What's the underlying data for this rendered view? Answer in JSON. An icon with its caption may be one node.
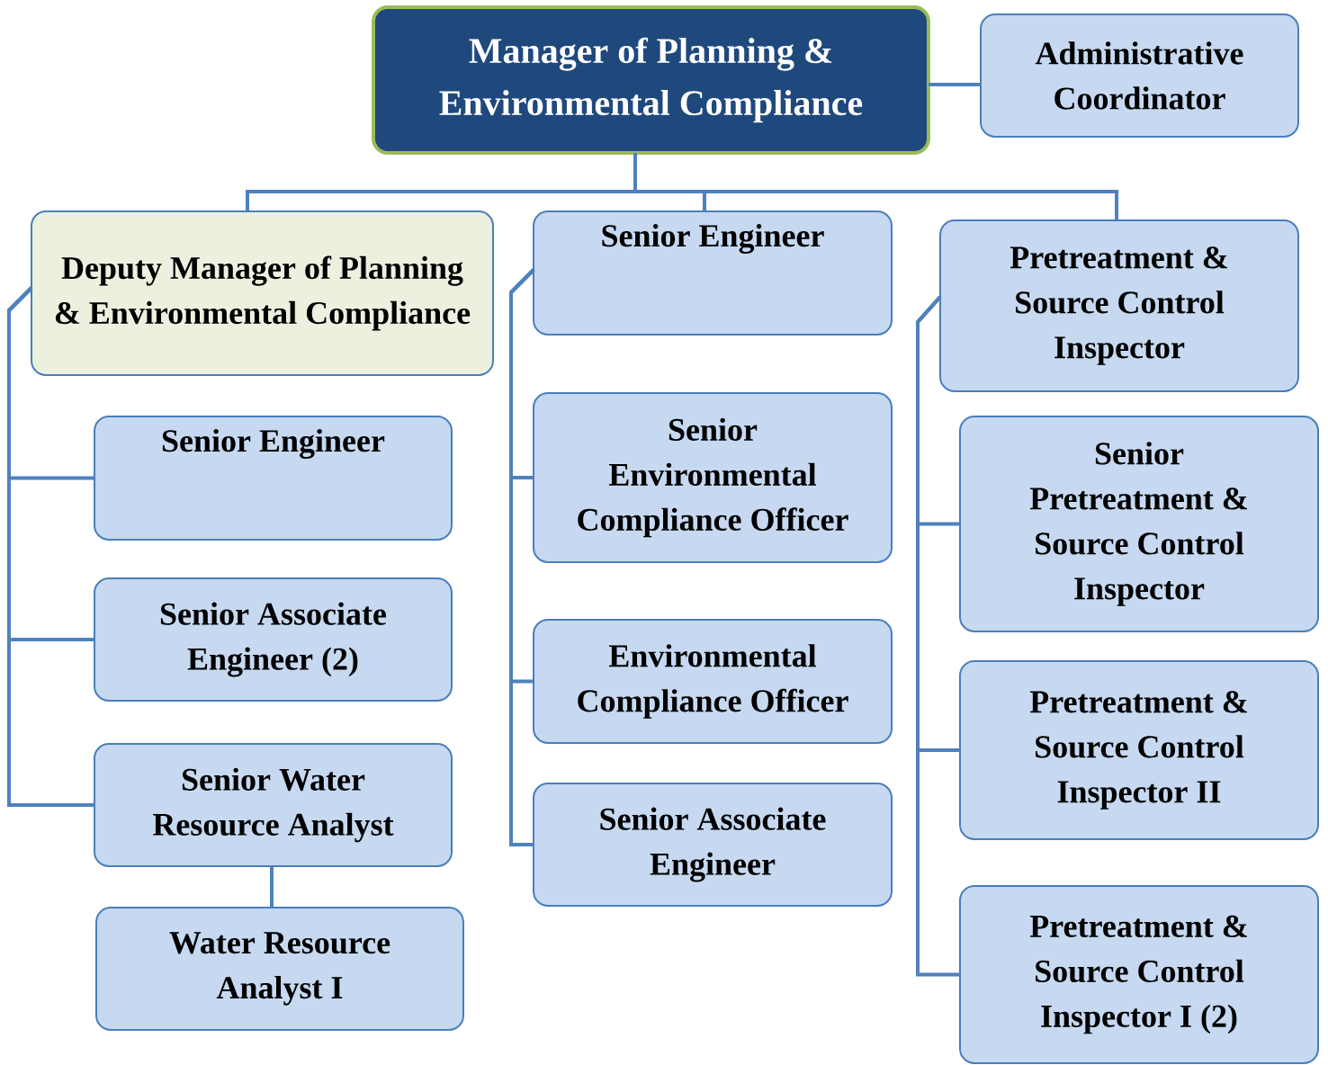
{
  "diagram": {
    "nodes": [
      {
        "text": [
          "Manager of Planning & Environmental Compliance"
        ]
      },
      {
        "text": [
          "Administrative Coordinator"
        ]
      },
      {
        "text": [
          "Deputy Manager of Planning & Environmental Compliance"
        ]
      },
      {
        "text": [
          "Senior Engineer"
        ]
      },
      {
        "text": [
          "Senior Associate Engineer (2)"
        ]
      },
      {
        "text": [
          "Senior Water Resource Analyst"
        ]
      },
      {
        "text": [
          "Water Resource Analyst I"
        ]
      },
      {
        "text": [
          "Senior Engineer"
        ]
      },
      {
        "text": [
          "Senior Environmental Compliance Officer"
        ]
      },
      {
        "text": [
          "Environmental Compliance Officer"
        ]
      },
      {
        "text": [
          "Senior Associate Engineer"
        ]
      },
      {
        "text": [
          "Pretreatment & Source Control Inspector"
        ]
      },
      {
        "text": [
          "Senior Pretreatment & Source Control Inspector"
        ]
      },
      {
        "text": [
          "Pretreatment & Source Control Inspector II"
        ]
      },
      {
        "text": [
          "Pretreatment & Source Control Inspector I (2)"
        ]
      }
    ],
    "edges": [
      {
        "from": 0,
        "to": 1,
        "arrow": "none"
      },
      {
        "from": 0,
        "to": 2,
        "arrow": "none"
      },
      {
        "from": 0,
        "to": 7,
        "arrow": "none"
      },
      {
        "from": 0,
        "to": 11,
        "arrow": "none"
      },
      {
        "from": 2,
        "to": 3,
        "arrow": "none"
      },
      {
        "from": 2,
        "to": 4,
        "arrow": "none"
      },
      {
        "from": 2,
        "to": 5,
        "arrow": "none"
      },
      {
        "from": 5,
        "to": 6,
        "arrow": "none"
      },
      {
        "from": 7,
        "to": 8,
        "arrow": "none"
      },
      {
        "from": 7,
        "to": 9,
        "arrow": "none"
      },
      {
        "from": 7,
        "to": 10,
        "arrow": "none"
      },
      {
        "from": 11,
        "to": 12,
        "arrow": "none"
      },
      {
        "from": 11,
        "to": 13,
        "arrow": "none"
      },
      {
        "from": 11,
        "to": 14,
        "arrow": "none"
      }
    ]
  }
}
